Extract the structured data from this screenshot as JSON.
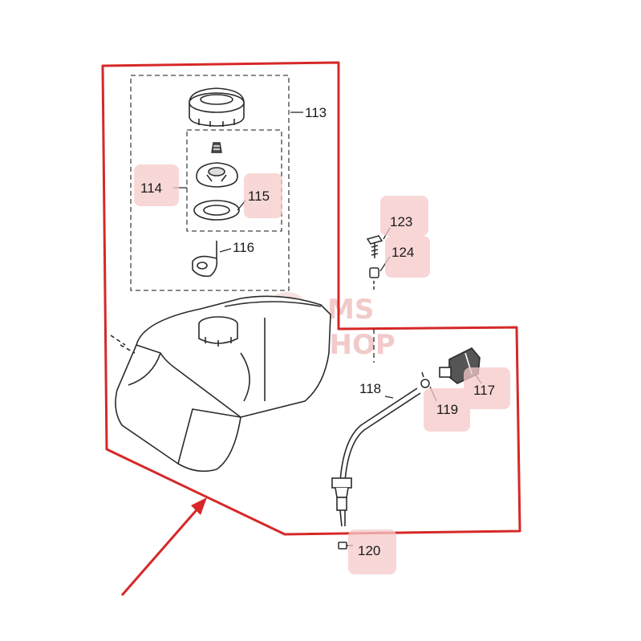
{
  "colors": {
    "outline": "#d62828",
    "highlight": "#f6c9c9",
    "line_art": "#2b2b2b",
    "watermark": "#e8a0a0",
    "arrow": "#d62828"
  },
  "watermark": {
    "line1": "MS",
    "line2": "SHOP"
  },
  "parts": [
    {
      "id": "p113",
      "label": "113",
      "highlighted": false
    },
    {
      "id": "p114",
      "label": "114",
      "highlighted": true
    },
    {
      "id": "p115",
      "label": "115",
      "highlighted": true
    },
    {
      "id": "p116",
      "label": "116",
      "highlighted": false
    },
    {
      "id": "p117",
      "label": "117",
      "highlighted": true
    },
    {
      "id": "p118",
      "label": "118",
      "highlighted": true
    },
    {
      "id": "p119",
      "label": "119",
      "highlighted": true
    },
    {
      "id": "p120",
      "label": "120",
      "highlighted": true
    },
    {
      "id": "p123",
      "label": "123",
      "highlighted": true
    },
    {
      "id": "p124",
      "label": "124",
      "highlighted": true
    }
  ]
}
